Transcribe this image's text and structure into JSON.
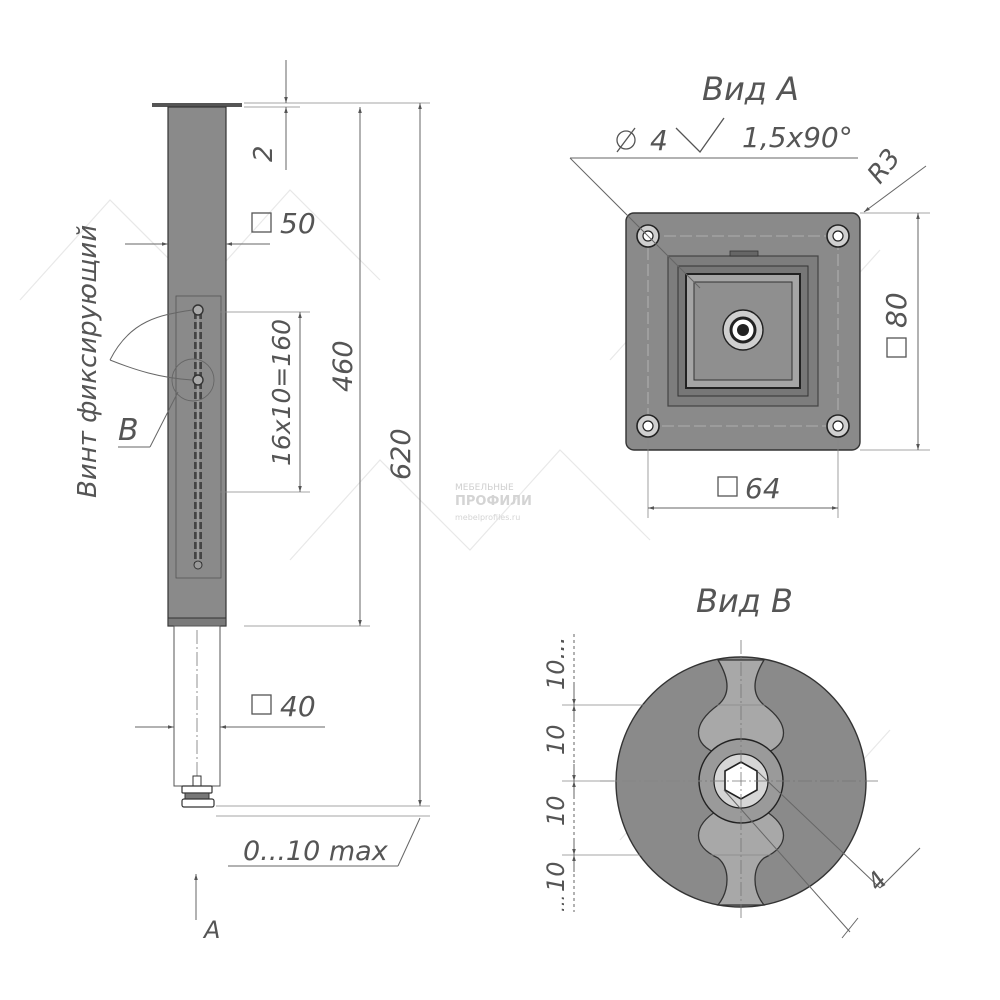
{
  "drawing": {
    "view_a_title": "Вид A",
    "view_b_title": "Вид B",
    "arrow_a_label": "A",
    "callout_b_label": "B",
    "screw_label": "Винт фиксирующий",
    "dims": {
      "top_gap": "2",
      "sq50": "50",
      "sq40": "40",
      "pitch": "16x10=160",
      "d460": "460",
      "d620": "620",
      "adjust": "0...10 max",
      "hole": "4",
      "chamfer": "1,5x90°",
      "radius": "R3",
      "sq80": "80",
      "sq64": "64",
      "b10_1": "10...",
      "b10_2": "10",
      "b10_3": "10",
      "b10_4": "10",
      "hex4": "4"
    },
    "watermark": {
      "line1": "МЕБЕЛЬНЫЕ",
      "line2": "ПРОФИЛИ",
      "line3": "mebelprofiles.ru"
    }
  }
}
